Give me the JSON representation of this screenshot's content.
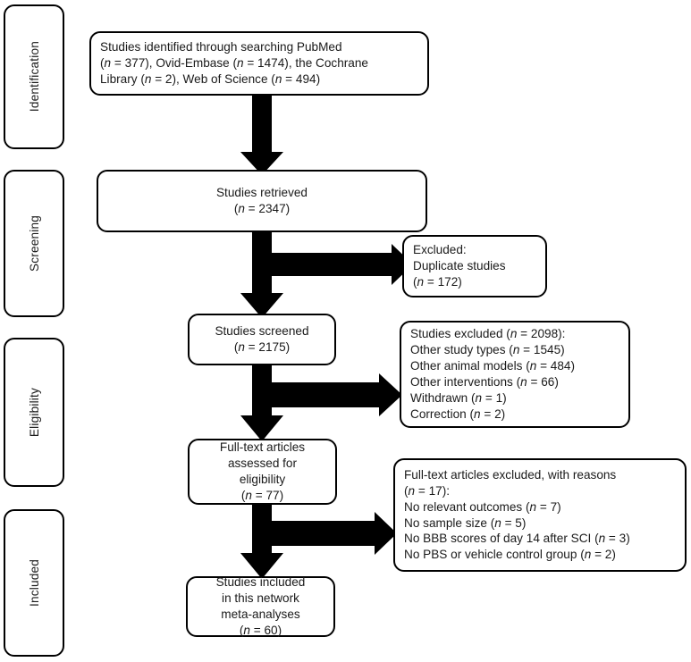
{
  "diagram": {
    "type": "prisma-flow-diagram",
    "title": "PRISMA study selection flow diagram",
    "background_color": "#ffffff",
    "line_color": "#000000",
    "text_color": "#1a1a1a"
  },
  "stages": [
    {
      "name": "identification",
      "label": "Identification"
    },
    {
      "name": "screening",
      "label": "Screening"
    },
    {
      "name": "eligibility",
      "label": "Eligibility"
    },
    {
      "name": "included",
      "label": "Included"
    }
  ],
  "boxes": {
    "identified": {
      "name": "studies-identified-box",
      "align": "left",
      "text": "Studies identified through searching PubMed\n(n = 377), Ovid-Embase (n = 1474), the Cochrane\nLibrary (n = 2), Web of Science (n = 494)"
    },
    "retrieved": {
      "name": "studies-retrieved-box",
      "align": "center",
      "text": "Studies retrieved\n(n = 2347)"
    },
    "duplicates_excluded": {
      "name": "duplicates-excluded-box",
      "align": "left",
      "text": "Excluded:\nDuplicate studies\n(n = 172)"
    },
    "screened": {
      "name": "studies-screened-box",
      "align": "center",
      "text": "Studies screened\n(n = 2175)"
    },
    "screening_excluded": {
      "name": "screening-excluded-box",
      "align": "left",
      "text": "Studies excluded (n = 2098):\nOther study types (n = 1545)\nOther animal models (n = 484)\nOther interventions (n = 66)\nWithdrawn (n = 1)\nCorrection (n = 2)"
    },
    "fulltext_assessed": {
      "name": "fulltext-assessed-box",
      "align": "center",
      "text": "Full-text articles\nassessed for\neligibility\n(n = 77)"
    },
    "fulltext_excluded": {
      "name": "fulltext-excluded-box",
      "align": "left",
      "text": "Full-text articles excluded, with reasons\n(n = 17):\nNo relevant outcomes (n = 7)\nNo sample size (n = 5)\nNo BBB scores of day 14 after SCI (n = 3)\nNo PBS or vehicle control group (n = 2)"
    },
    "included": {
      "name": "studies-included-box",
      "align": "center",
      "text": "Studies included\nin this network\nmeta-analyses\n(n = 60)"
    }
  },
  "counts": {
    "pubmed": 377,
    "ovid_embase": 1474,
    "cochrane_library": 2,
    "web_of_science": 494,
    "retrieved": 2347,
    "duplicates_excluded": 172,
    "screened": 2175,
    "screening_excluded_total": 2098,
    "other_study_types": 1545,
    "other_animal_models": 484,
    "other_interventions": 66,
    "withdrawn": 1,
    "correction": 2,
    "fulltext_assessed": 77,
    "fulltext_excluded_total": 17,
    "no_relevant_outcomes": 7,
    "no_sample_size": 5,
    "no_bbb_scores": 3,
    "no_pbs_control": 2,
    "included": 60
  }
}
